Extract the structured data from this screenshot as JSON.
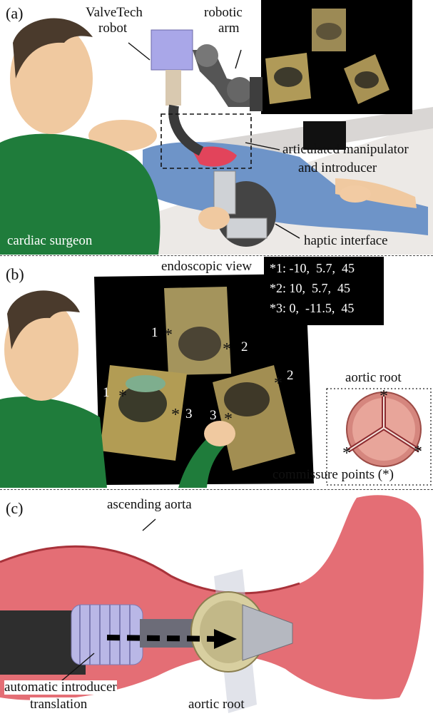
{
  "panel_a": {
    "letter": "(a)",
    "label_robot_line1": "ValveTech",
    "label_robot_line2": "robot",
    "label_arm_line1": "robotic",
    "label_arm_line2": "arm",
    "label_manipulator_line1": "articulated manipulator",
    "label_manipulator_line2": "and introducer",
    "label_haptic": "haptic interface",
    "label_surgeon": "cardiac surgeon"
  },
  "panel_b": {
    "letter": "(b)",
    "label_endoscopic": "endoscopic view",
    "coords": [
      "*1: -10,  5.7,  45",
      "*2: 10,  5.7,  45",
      "*3: 0,  -11.5,  45"
    ],
    "star": "*",
    "point_numbers": [
      "1",
      "2",
      "1",
      "3",
      "3",
      "2"
    ],
    "label_aortic_root": "aortic root",
    "label_commissure": "commissure points (*)"
  },
  "panel_c": {
    "letter": "(c)",
    "label_ascending_aorta": "ascending aorta",
    "label_auto_line1": "automatic introducer",
    "label_auto_line2": "translation",
    "label_aortic_root": "aortic root"
  }
}
